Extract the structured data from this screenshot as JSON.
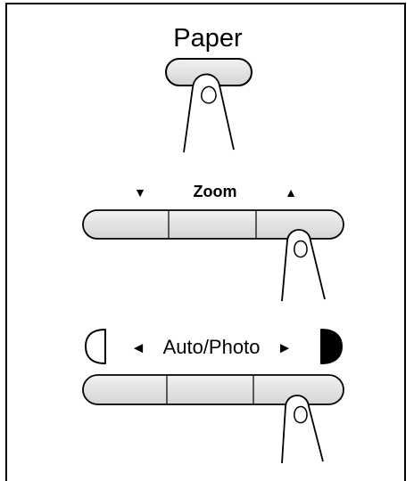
{
  "paper_panel": {
    "label": "Paper"
  },
  "zoom_panel": {
    "down_symbol": "▼",
    "label": "Zoom",
    "up_symbol": "▲"
  },
  "density_panel": {
    "left_arrow": "◄",
    "label": "Auto/Photo",
    "right_arrow": "►"
  },
  "colors": {
    "button_fill": "#e6e6e6",
    "stroke": "#000000",
    "background": "#ffffff"
  }
}
